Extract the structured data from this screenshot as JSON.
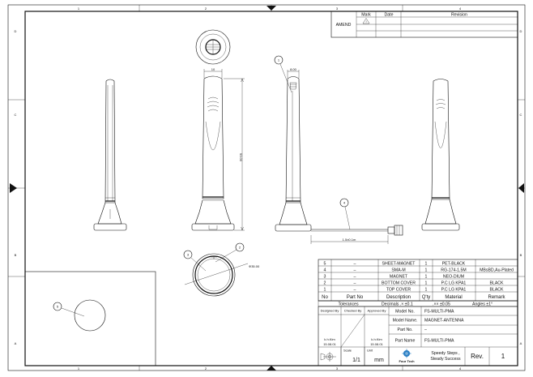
{
  "border": {
    "columns": [
      "1",
      "2",
      "3",
      "4"
    ],
    "rows": [
      "D",
      "C",
      "B",
      "A"
    ]
  },
  "revision_table": {
    "amend_label": "AMEND",
    "headers": {
      "mark": "Mark",
      "date": "Date",
      "revision": "Revision"
    }
  },
  "callouts": {
    "c1": "1",
    "c2": "2",
    "c3": "3",
    "c4": "4",
    "c5": "5"
  },
  "dimensions": {
    "top_width": "10",
    "height": "93.00",
    "tip_width": "8.00",
    "cable_length": "1.5±0.1m",
    "diameter": "Φ35.00"
  },
  "bom": {
    "rows": [
      {
        "no": "5",
        "part_no": "–",
        "description": "SHEET-MAGNET",
        "qty": "1",
        "material": "PET-BLACK",
        "remark": ""
      },
      {
        "no": "4",
        "part_no": "–",
        "description": "SMA-M",
        "qty": "1",
        "material": "RG-174-1.5M",
        "remark": "MBsBD,Au-Plated"
      },
      {
        "no": "3",
        "part_no": "–",
        "description": "MAGNET",
        "qty": "1",
        "material": "NEO-DIUM",
        "remark": ""
      },
      {
        "no": "2",
        "part_no": "–",
        "description": "BOTTOM COVER",
        "qty": "1",
        "material": "P.C LG KPA1",
        "remark": "BLACK"
      },
      {
        "no": "1",
        "part_no": "–",
        "description": "TOP COVER",
        "qty": "1",
        "material": "P.C LG KPA1",
        "remark": "BLACK"
      }
    ],
    "headers": {
      "no": "No",
      "part_no": "Part No",
      "description": "Description",
      "qty": "Q'ty",
      "material": "Material",
      "remark": "Remark"
    }
  },
  "tolerances": {
    "label": "Tolerances",
    "decimals": "Decimals  .× ±0.1",
    "decimals2": ".×× ±0.05",
    "angles": "Angles ±1°"
  },
  "title_block": {
    "designed_by": "Designed By",
    "checked_by": "Checked By",
    "approved_by": "Approved By",
    "designer": "k.h.Kim",
    "designer_date": "15.08.01",
    "approver": "k.h.Kim",
    "approver_date": "15.08.01",
    "model_no_label": "Model No.",
    "model_no": "FS-MULTI-PMA",
    "model_name_label": "Model Name.",
    "model_name": "MAGNET-ANTENNA",
    "part_no_label": "Part No.",
    "part_no": "–",
    "part_name_label": "Part Name",
    "part_name": "FS-MULTI-PMA",
    "scale_label": "Scale",
    "scale": "1/1",
    "unit_label": "Unit",
    "unit": "mm",
    "company": "Four Tech",
    "slogan1": "Speedy Steps ,",
    "slogan2": "Steady Success",
    "rev_label": "Rev.",
    "rev": "1"
  }
}
